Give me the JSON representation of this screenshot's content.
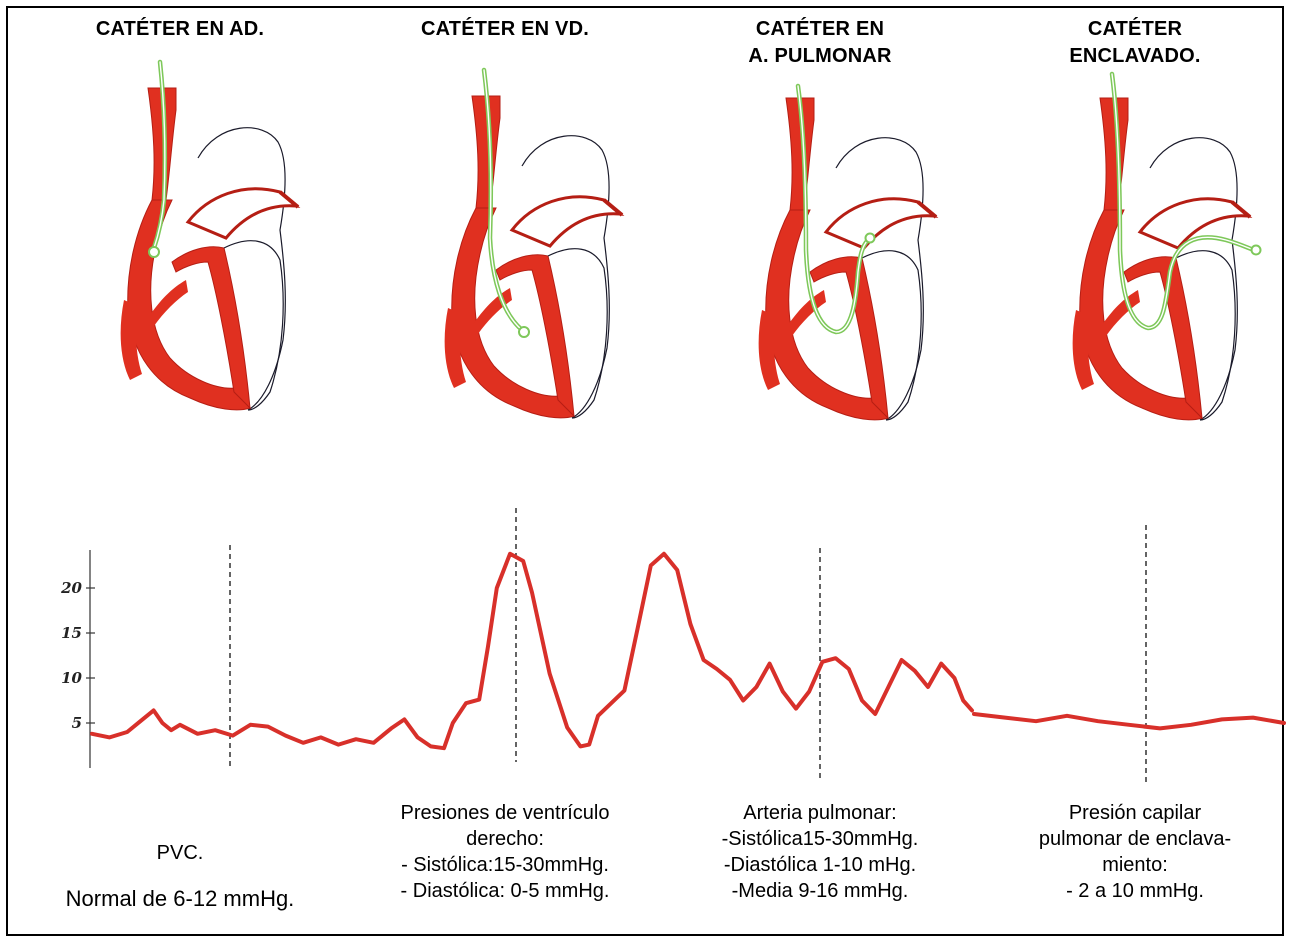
{
  "panels": [
    {
      "title_lines": [
        "CATÉTER EN AD."
      ],
      "caption_lines": [
        "PVC.",
        "Normal de 6-12 mmHg."
      ],
      "catheter_end": "right-atrium"
    },
    {
      "title_lines": [
        "CATÉTER EN VD."
      ],
      "caption_lines": [
        "Presiones de ventrículo",
        "derecho:",
        "- Sistólica:15-30mmHg.",
        "- Diastólica: 0-5 mmHg."
      ],
      "catheter_end": "right-ventricle"
    },
    {
      "title_lines": [
        "CATÉTER EN",
        "A. PULMONAR"
      ],
      "caption_lines": [
        "Arteria pulmonar:",
        "-Sistólica15-30mmHg.",
        "-Diastólica 1-10 mHg.",
        "-Media 9-16 mmHg."
      ],
      "catheter_end": "pulmonary-artery"
    },
    {
      "title_lines": [
        "CATÉTER",
        "ENCLAVADO."
      ],
      "caption_lines": [
        "Presión capilar",
        "pulmonar de enclava-",
        "miento:",
        "- 2 a 10 mmHg."
      ],
      "catheter_end": "wedged"
    }
  ],
  "pressure_axis": {
    "ticks": [
      5,
      10,
      15,
      20
    ],
    "tick_labels": [
      "5",
      "10",
      "15",
      "20"
    ]
  },
  "pressure_trace": {
    "x_range": [
      0,
      100
    ],
    "points": [
      [
        0,
        3.8
      ],
      [
        2,
        3.4
      ],
      [
        4,
        4.0
      ],
      [
        5.5,
        5.2
      ],
      [
        7,
        6.4
      ],
      [
        8,
        5.0
      ],
      [
        9,
        4.2
      ],
      [
        10,
        4.8
      ],
      [
        12,
        3.8
      ],
      [
        14,
        4.2
      ],
      [
        16,
        3.6
      ],
      [
        18,
        4.8
      ],
      [
        20,
        4.6
      ],
      [
        22,
        3.6
      ],
      [
        24,
        2.8
      ],
      [
        26,
        3.4
      ],
      [
        28,
        2.6
      ],
      [
        30,
        3.2
      ],
      [
        32,
        2.8
      ],
      [
        34,
        4.4
      ],
      [
        35.5,
        5.4
      ],
      [
        37,
        3.4
      ],
      [
        38.5,
        2.4
      ],
      [
        40,
        2.2
      ],
      [
        41,
        5.0
      ],
      [
        42.5,
        7.2
      ],
      [
        44,
        7.6
      ],
      [
        45,
        13.5
      ],
      [
        46,
        20.0
      ],
      [
        47.5,
        23.8
      ],
      [
        49,
        23.0
      ],
      [
        50,
        19.5
      ],
      [
        52,
        10.5
      ],
      [
        54,
        4.5
      ],
      [
        55.5,
        2.4
      ],
      [
        56.5,
        2.6
      ],
      [
        57.5,
        5.8
      ],
      [
        59,
        7.2
      ],
      [
        60.5,
        8.6
      ],
      [
        62,
        15.5
      ],
      [
        63.5,
        22.5
      ],
      [
        65,
        23.8
      ],
      [
        66.5,
        22.0
      ],
      [
        68,
        16.0
      ],
      [
        69.5,
        12.0
      ],
      [
        71,
        11.0
      ],
      [
        72.5,
        9.8
      ],
      [
        74,
        7.5
      ],
      [
        75.5,
        9.0
      ],
      [
        77,
        11.6
      ],
      [
        78.5,
        8.5
      ],
      [
        80,
        6.6
      ],
      [
        81.5,
        8.5
      ],
      [
        83,
        11.8
      ],
      [
        84.5,
        12.2
      ],
      [
        86,
        11.0
      ],
      [
        87.5,
        7.5
      ],
      [
        89,
        6.0
      ],
      [
        90.5,
        9.0
      ],
      [
        92,
        12.0
      ],
      [
        93.5,
        10.8
      ],
      [
        95,
        9.0
      ],
      [
        96.5,
        11.6
      ],
      [
        98,
        10.0
      ],
      [
        99,
        7.5
      ],
      [
        100,
        6.4
      ]
    ]
  },
  "trace_end": {
    "x_range": [
      0,
      100
    ],
    "points": [
      [
        0,
        6.0
      ],
      [
        10,
        5.6
      ],
      [
        20,
        5.2
      ],
      [
        30,
        5.8
      ],
      [
        40,
        5.2
      ],
      [
        50,
        4.8
      ],
      [
        60,
        4.4
      ],
      [
        70,
        4.8
      ],
      [
        80,
        5.4
      ],
      [
        90,
        5.6
      ],
      [
        100,
        5.0
      ]
    ]
  },
  "colors": {
    "wall": "#e03020",
    "wall_dark": "#b51e14",
    "catheter": "#7ec85a",
    "trace": "#d8302a",
    "outline": "#1a1a2a"
  }
}
